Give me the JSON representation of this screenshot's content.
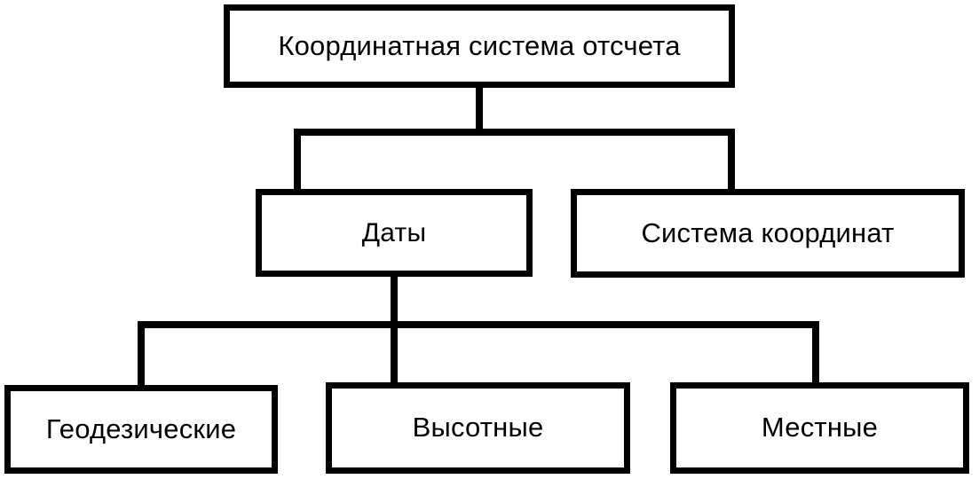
{
  "diagram": {
    "title": "Координатная система отсчета",
    "orientation": "top-down",
    "line_color": "#000000",
    "box_fill": "#ffffff",
    "text_color": "#000000",
    "nodes": {
      "root": {
        "label": "Координатная система отсчета",
        "level": 1
      },
      "level2": [
        {
          "id": "dates",
          "label": "Даты"
        },
        {
          "id": "coordinate_system",
          "label": "Система координат"
        }
      ],
      "level3": [
        {
          "id": "geodetic",
          "label": "Геодезические"
        },
        {
          "id": "vertical",
          "label": "Высотные"
        },
        {
          "id": "local",
          "label": "Местные"
        }
      ]
    },
    "edges": [
      {
        "from": "root",
        "to": "dates"
      },
      {
        "from": "root",
        "to": "coordinate_system"
      },
      {
        "from": "dates",
        "to": "geodetic"
      },
      {
        "from": "dates",
        "to": "vertical"
      },
      {
        "from": "dates",
        "to": "local"
      }
    ]
  }
}
